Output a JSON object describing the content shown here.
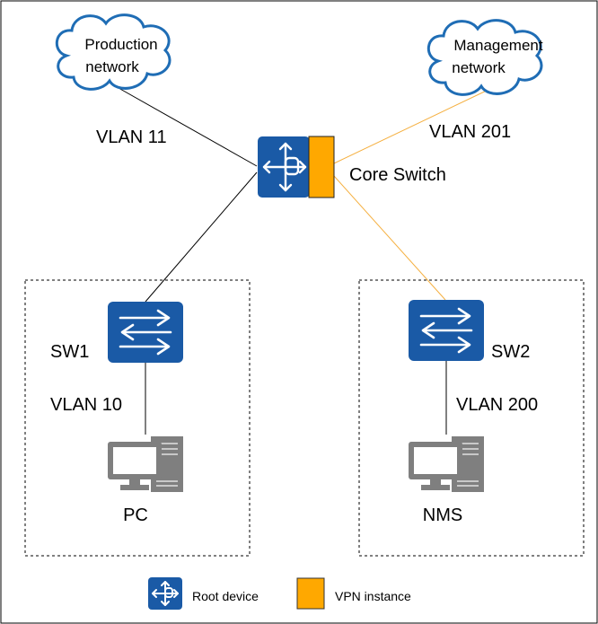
{
  "clouds": {
    "production": {
      "line1": "Production",
      "line2": "network"
    },
    "management": {
      "line1": "Management",
      "line2": "network"
    }
  },
  "links": {
    "vlan11": "VLAN 11",
    "vlan201": "VLAN 201",
    "vlan10": "VLAN 10",
    "vlan200": "VLAN 200"
  },
  "devices": {
    "core": "Core Switch",
    "sw1": "SW1",
    "sw2": "SW2",
    "pc": "PC",
    "nms": "NMS"
  },
  "legend": {
    "root_device": "Root device",
    "vpn_instance": "VPN instance"
  },
  "colors": {
    "device_blue": "#1a5aa6",
    "vpn_orange": "#ffa800",
    "management_link": "#f5b041",
    "cloud_stroke": "#1f6db5",
    "monitor_gray": "#7f7f7f"
  }
}
